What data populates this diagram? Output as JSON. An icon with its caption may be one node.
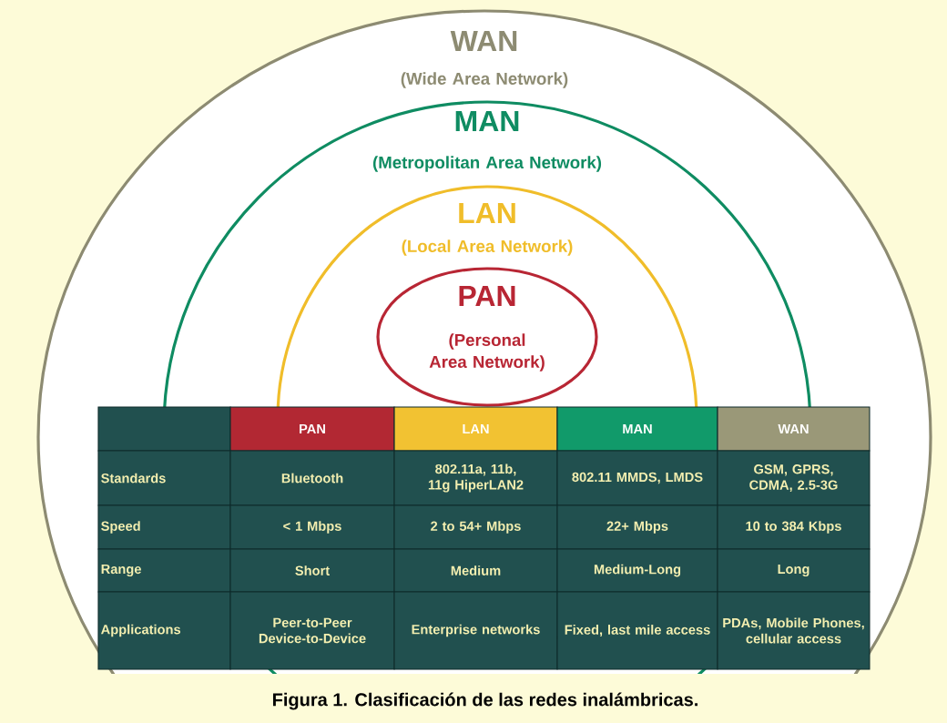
{
  "diagram": {
    "caption": "Figura 1. Clasificación de las redes inalámbricas.",
    "nodes": [
      {
        "text": [
          "WAN",
          "(Wide Area Network)"
        ]
      },
      {
        "text": [
          "MAN",
          "(Metropolitan Area Network)"
        ],
        "in": 0
      },
      {
        "text": [
          "LAN",
          "(Local Area Network)"
        ],
        "in": 1
      },
      {
        "text": [
          "PAN",
          "(Personal Area Network)"
        ],
        "in": 2
      }
    ],
    "labels": [
      "PAN",
      "LAN",
      "MAN",
      "WAN",
      "Standards",
      "Bluetooth",
      "802.11a, 11b, 11g HiperLAN2",
      "802.11 MMDS, LMDS",
      "GSM, GPRS, CDMA, 2.5-3G",
      "Speed",
      "< 1 Mbps",
      "2 to 54+ Mbps",
      "22+ Mbps",
      "10 to 384 Kbps",
      "Range",
      "Short",
      "Medium",
      "Medium-Long",
      "Long",
      "Applications",
      "Peer-to-Peer Device-to-Device",
      "Enterprise networks",
      "Fixed, last mile access",
      "PDAs, Mobile Phones, cellular access"
    ]
  }
}
